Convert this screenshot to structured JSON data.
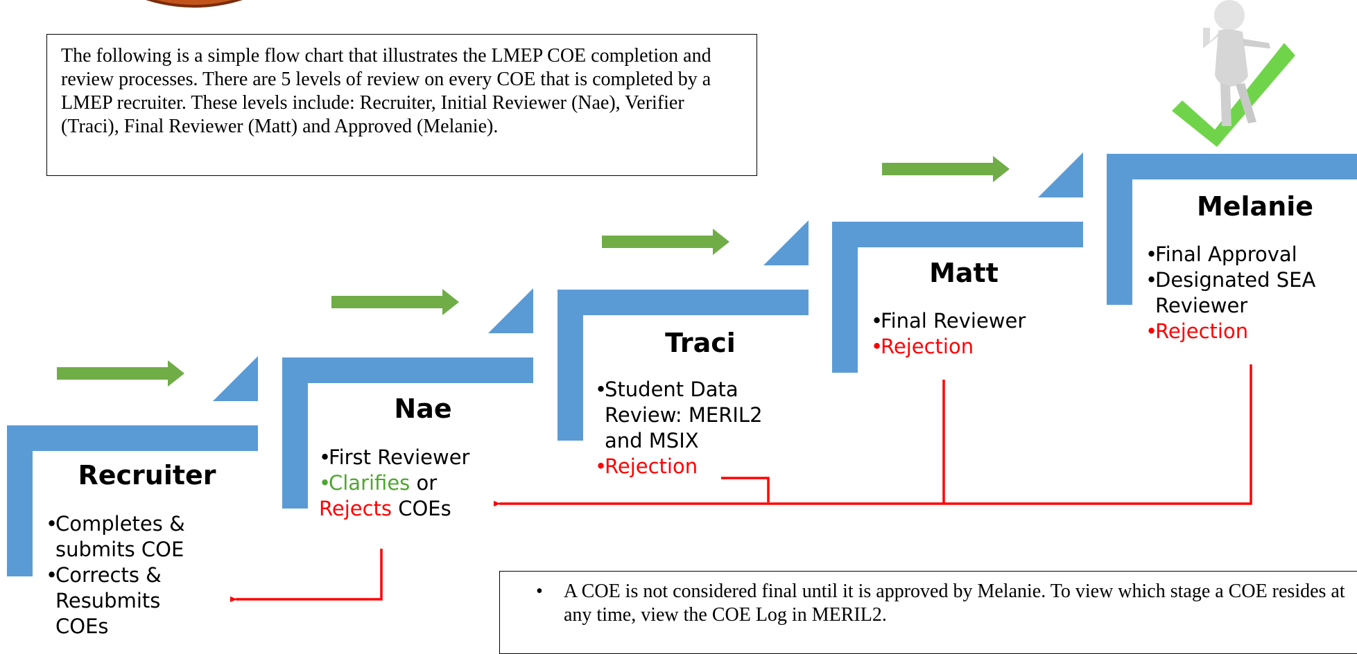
{
  "intro": {
    "text": "The following is a simple flow chart that illustrates the LMEP COE completion and review processes. There are 5 levels of review on every COE that is completed by a LMEP recruiter. These levels include: Recruiter, Initial Reviewer (Nae), Verifier (Traci), Final Reviewer (Matt) and Approved (Melanie)."
  },
  "stages": [
    {
      "name": "Recruiter",
      "bullets": [
        "Completes & submits COE",
        "Corrects & Resubmits COEs"
      ]
    },
    {
      "name": "Nae",
      "bullets": [
        "First Reviewer"
      ],
      "clarify": {
        "green": "Clarifies",
        "mid": " or",
        "red": "Rejects",
        "tail": " COEs"
      }
    },
    {
      "name": "Traci",
      "bullets": [
        "Student Data Review: MERIL2 and MSIX"
      ],
      "rejection": "Rejection"
    },
    {
      "name": "Matt",
      "bullets": [
        "Final Reviewer"
      ],
      "rejection": "Rejection"
    },
    {
      "name": "Melanie",
      "bullets": [
        "Final Approval",
        "Designated SEA Reviewer"
      ],
      "rejection": "Rejection"
    }
  ],
  "note": {
    "bullet": "•",
    "text": "A COE is not considered final until it is approved by Melanie. To view which stage a COE resides at any time, view the COE Log in MERIL2."
  },
  "colors": {
    "step_blue": "#5b9bd5",
    "arrow_green": "#70ad47",
    "rejection_red": "#ff0000",
    "clarify_green": "#4ea72e"
  },
  "icons": [
    "approval-figure-checkmark-icon",
    "logo-icon"
  ]
}
